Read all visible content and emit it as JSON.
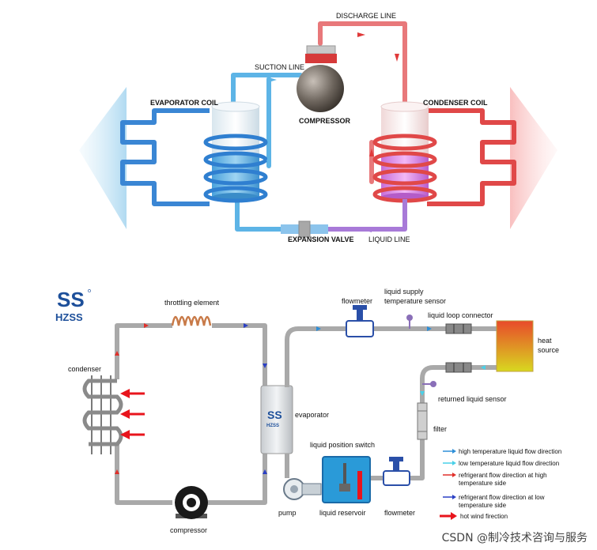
{
  "top_diagram": {
    "discharge_line": "DISCHARGE LINE",
    "suction_line": "SUCTION LINE",
    "compressor": "COMPRESSOR",
    "evaporator_coil": "EVAPORATOR COIL",
    "condenser_coil": "CONDENSER COIL",
    "expansion_valve": "EXPANSION VALVE",
    "liquid_line": "LIQUID LINE"
  },
  "bottom_diagram": {
    "logo_text": "HZSS",
    "logo_mark": "SS",
    "throttling_element": "throttling element",
    "condenser": "condenser",
    "compressor": "compressor",
    "evaporator": "evaporator",
    "flowmeter_top": "flowmeter",
    "liquid_supply_sensor_line1": "liquid supply",
    "liquid_supply_sensor_line2": "temperature sensor",
    "liquid_loop_connector": "liquid loop connector",
    "heat_source_line1": "heat",
    "heat_source_line2": "source",
    "returned_liquid_sensor": "returned liquid sensor",
    "filter": "filter",
    "liquid_position_switch": "liquid position switch",
    "pump": "pump",
    "liquid_reservoir": "liquid reservoir",
    "flowmeter_bottom": "flowmeter"
  },
  "legend": [
    {
      "text": "high temperature liquid flow direction",
      "color": "#2e8fd8"
    },
    {
      "text": "low temperature liquid flow direction",
      "color": "#49d0e8"
    },
    {
      "text": "refrigerant flow direction at high",
      "text2": "temperature side",
      "color": "#e0302a"
    },
    {
      "text": "refrigerant flow direction at low",
      "text2": "temperature side",
      "color": "#2a3fc4"
    },
    {
      "text": "hot wind firection",
      "color": "#e8141c"
    }
  ],
  "watermark": "CSDN @制冷技术咨询与服务",
  "colors": {
    "cold_pipe": "#5db4e6",
    "hot_pipe": "#e8787a",
    "liquid_line": "#a87ad8",
    "gray_pipe": "#a9a9a9",
    "heat_source_top": "#e84a2a",
    "heat_source_bottom": "#d8d820"
  }
}
